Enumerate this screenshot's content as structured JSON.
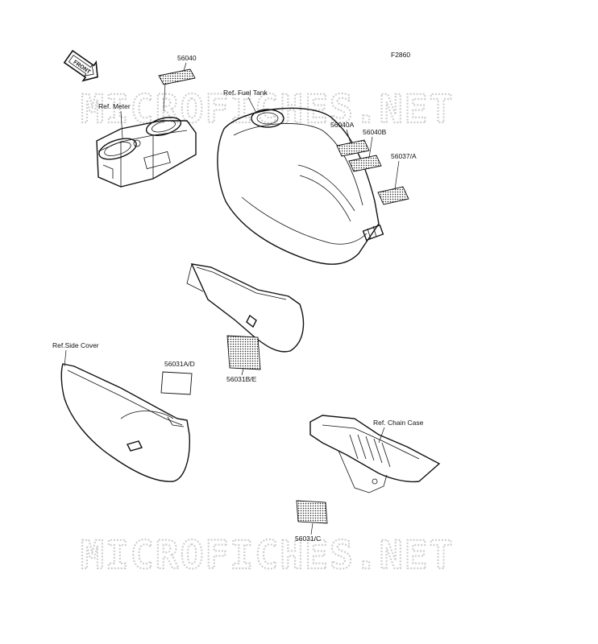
{
  "figure_code": "F2860",
  "watermark": "MICROFICHES.NET",
  "front_label": "FRONT",
  "labels": {
    "p56040": "56040",
    "ref_meter": "Ref. Meter",
    "ref_fuel_tank": "Ref. Fuel Tank",
    "p56040a": "56040A",
    "p56040b": "56040B",
    "p56037a": "56037/A",
    "ref_side_cover": "Ref.Side Cover",
    "p56031ad": "56031A/D",
    "p56031be": "56031B/E",
    "ref_chain_case": "Ref. Chain Case",
    "p56031c": "56031/C"
  }
}
